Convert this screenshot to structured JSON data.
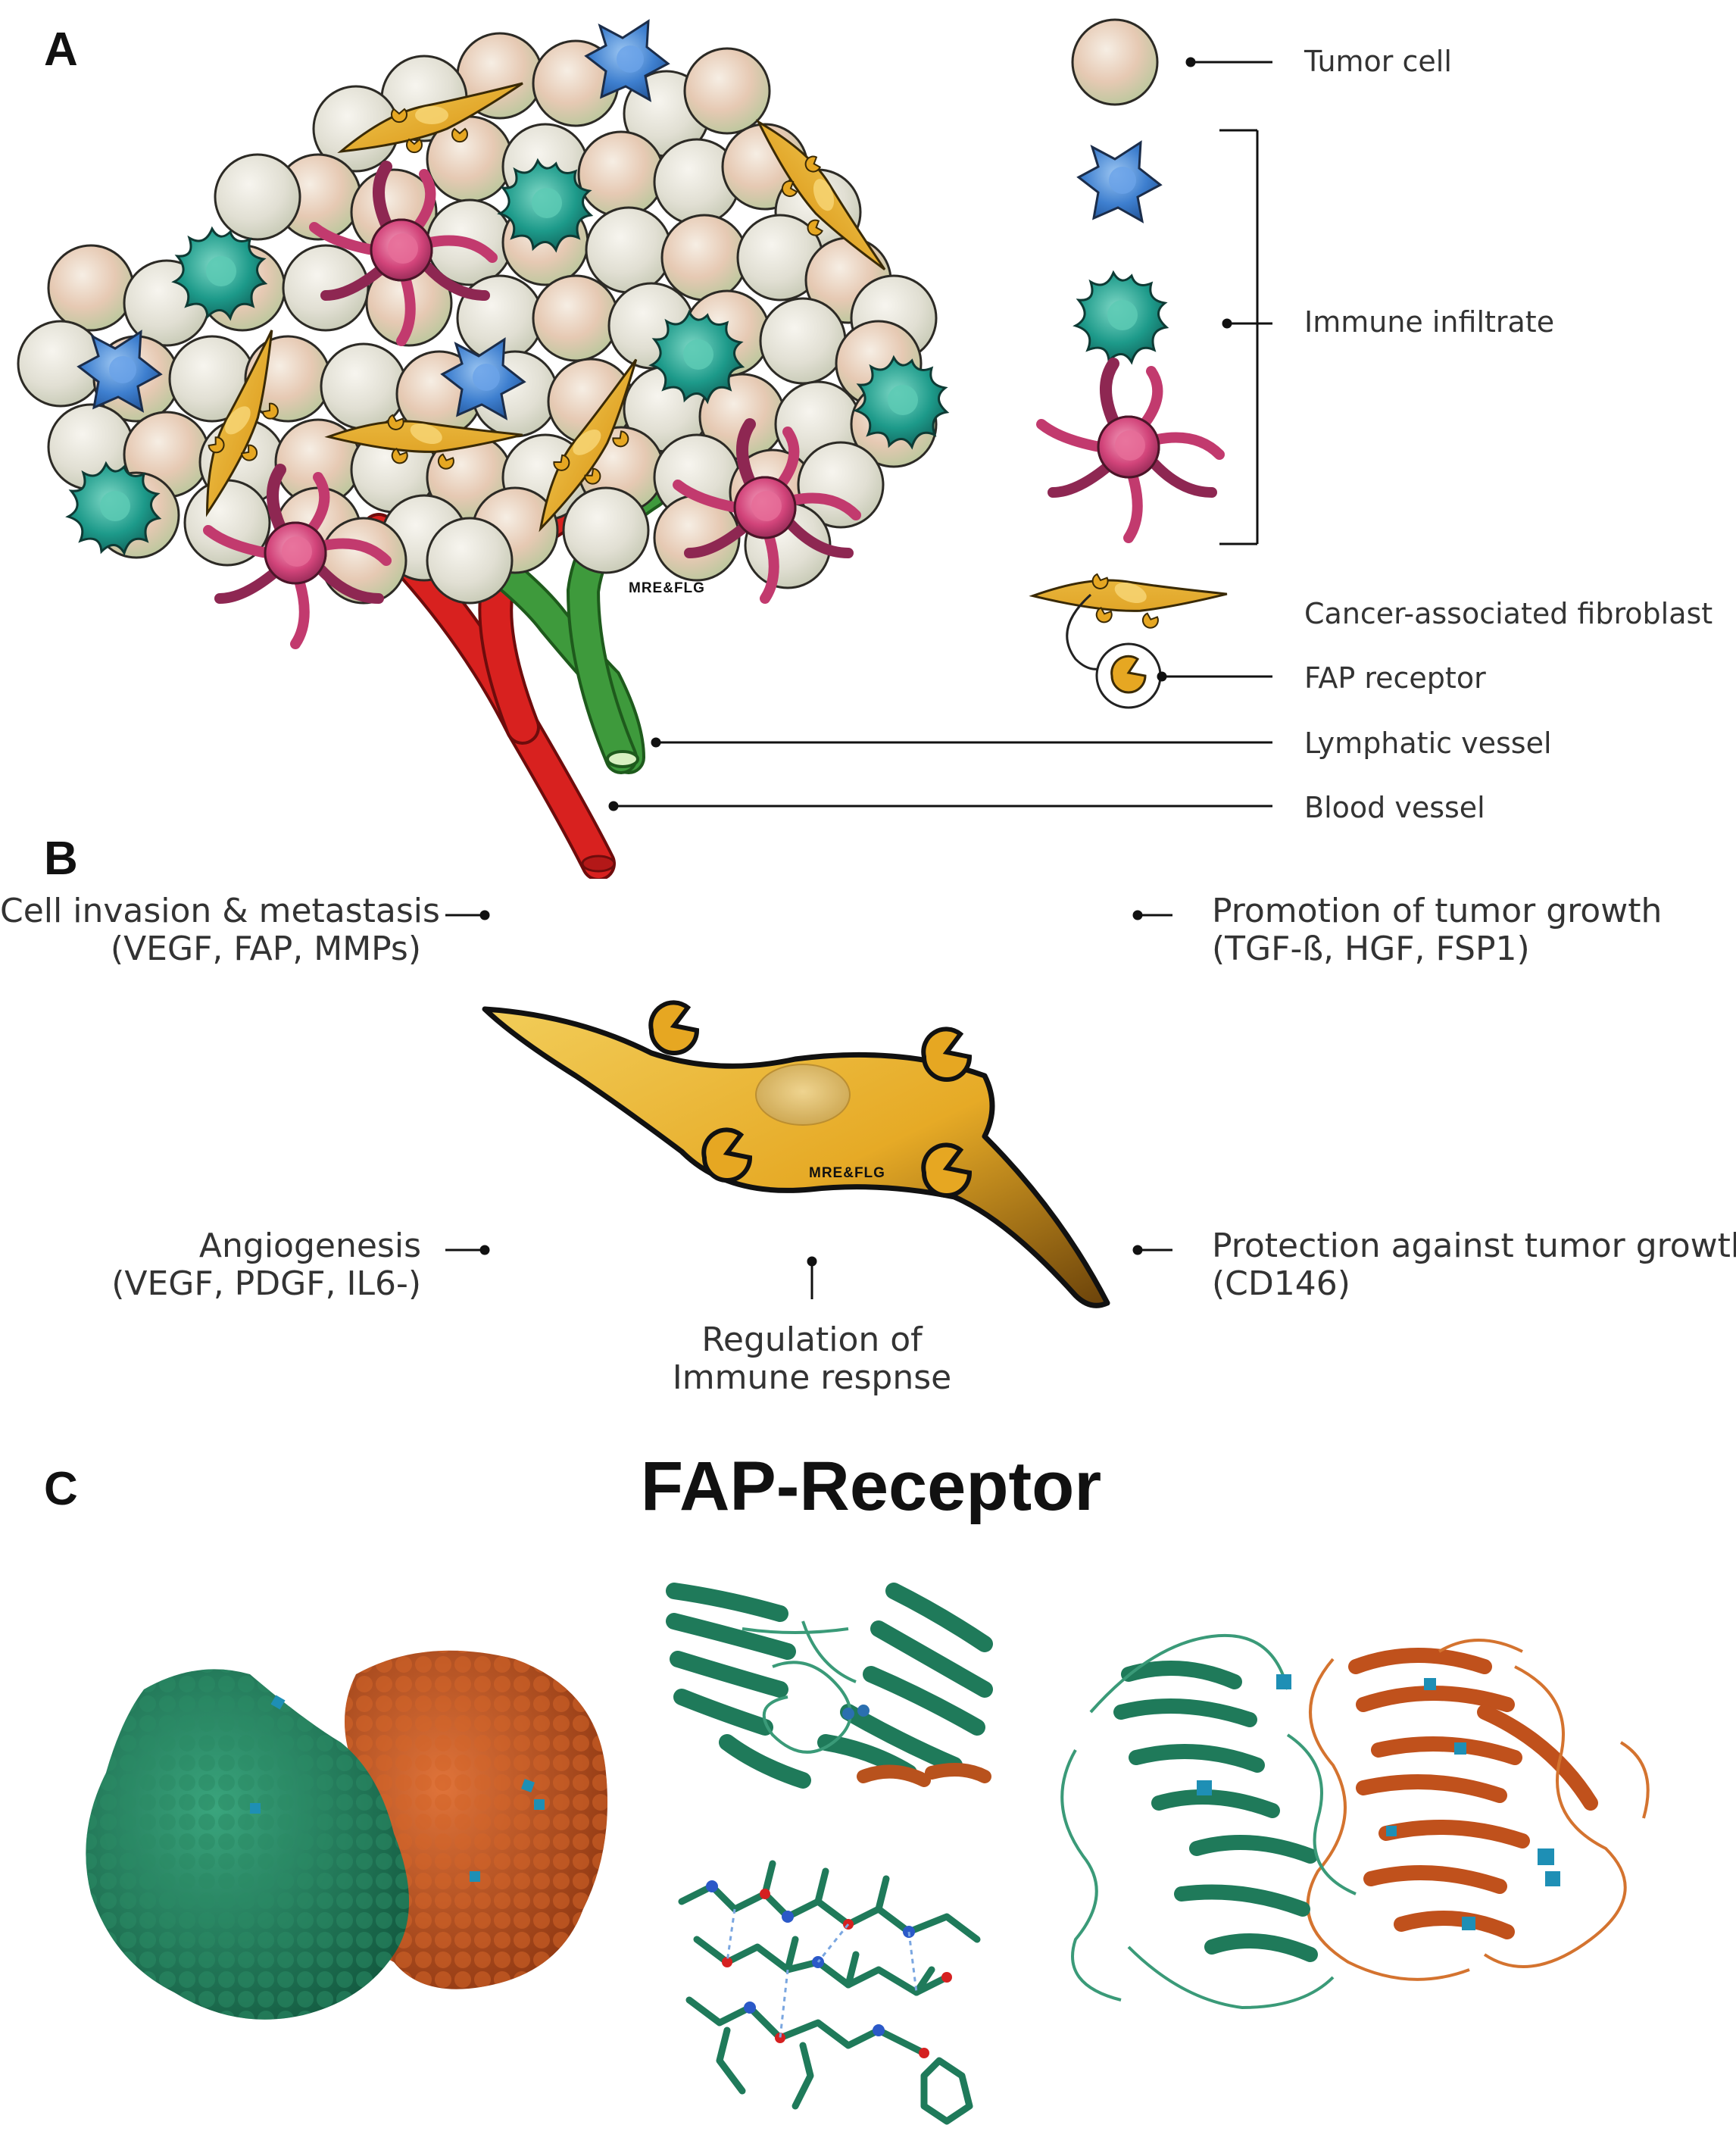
{
  "panels": {
    "a": "A",
    "b": "B",
    "c": "C"
  },
  "panel_a": {
    "watermark": "MRE&FLG",
    "legend": {
      "tumor_cell": "Tumor cell",
      "immune_infiltrate": "Immune infiltrate",
      "caf": "Cancer-associated fibroblast",
      "fap_receptor": "FAP receptor",
      "lymphatic_vessel": "Lymphatic vessel",
      "blood_vessel": "Blood vessel"
    }
  },
  "panel_b": {
    "watermark": "MRE&FLG",
    "invasion": {
      "line1": "Cell invasion & metastasis",
      "line2": "(VEGF, FAP, MMPs)"
    },
    "promotion": {
      "line1": "Promotion of tumor growth",
      "line2": "(TGF-ß, HGF, FSP1)"
    },
    "angiogenesis": {
      "line1": "Angiogenesis",
      "line2": "(VEGF, PDGF, IL6-)"
    },
    "protection": {
      "line1": "Protection against tumor growth",
      "line2": "(CD146)"
    },
    "regulation": {
      "line1": "Regulation of",
      "line2": "Immune respnse"
    }
  },
  "panel_c": {
    "title": "FAP-Receptor"
  },
  "colors": {
    "tumor": "#e6d4b8",
    "tumor_alt": "#e2e1d4",
    "blue_cell": "#3e7fcf",
    "teal_cell": "#1d9a8a",
    "pink_cell": "#d2447a",
    "fibroblast": "#e6b52e",
    "blood": "#d8211f",
    "lymph": "#3e9a3c",
    "protein_green": "#1f7a5a",
    "protein_orange": "#c0511c",
    "ligand": "#1e8fb5"
  }
}
